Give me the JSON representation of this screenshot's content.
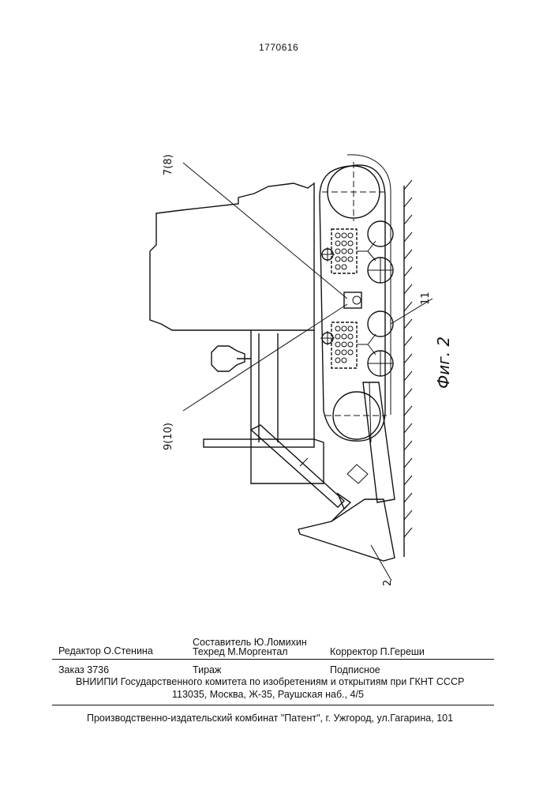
{
  "header": {
    "patent_number": "1770616"
  },
  "drawing": {
    "figure_label": "Фиг. 2",
    "callouts": [
      "7(8)",
      "9(10)",
      "11",
      "2"
    ]
  },
  "colophon": {
    "editor": "Редактор  О.Стенина",
    "compiler": "Составитель  Ю.Ломихин",
    "techred": "Техред М.Моргентал",
    "corrector": "Корректор  П.Гереши",
    "order": "Заказ  3736",
    "circulation": "Тираж",
    "subscription": "Подписное",
    "vniipi": "ВНИИПИ Государственного комитета по изобретениям и открытиям при ГКНТ СССР",
    "address": "113035, Москва, Ж-35, Раушская наб., 4/5",
    "publisher": "Производственно-издательский комбинат \"Патент\", г. Ужгород, ул.Гагарина, 101"
  }
}
